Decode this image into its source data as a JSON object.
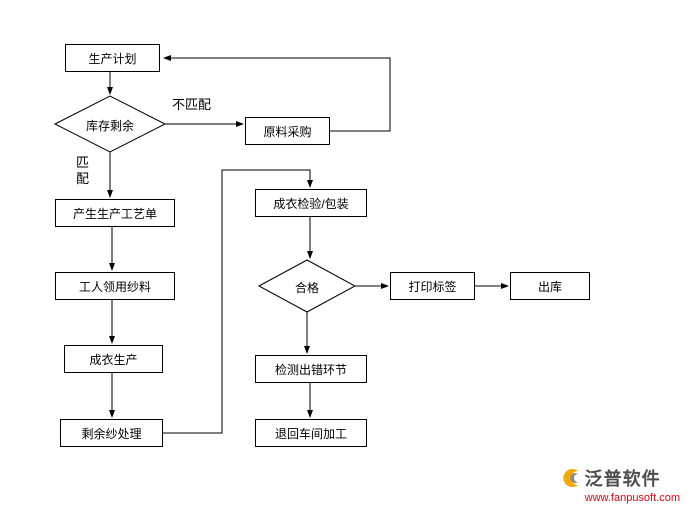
{
  "diagram": {
    "nodes": {
      "production_plan": {
        "label": "生产计划"
      },
      "inventory_check": {
        "label": "库存剩余"
      },
      "raw_material": {
        "label": "原料采购"
      },
      "process_sheet": {
        "label": "产生生产工艺单"
      },
      "worker_yarn": {
        "label": "工人领用纱料"
      },
      "garment_production": {
        "label": "成衣生产"
      },
      "yarn_disposal": {
        "label": "剩余纱处理"
      },
      "inspection_packaging": {
        "label": "成衣检验/包装"
      },
      "qualified_check": {
        "label": "合格"
      },
      "print_label": {
        "label": "打印标签"
      },
      "outbound": {
        "label": "出库"
      },
      "error_detection": {
        "label": "检测出错环节"
      },
      "return_workshop": {
        "label": "退回车间加工"
      }
    },
    "edge_labels": {
      "no_match": "不匹配",
      "match": "匹配"
    }
  },
  "watermark": {
    "brand": "泛普软件",
    "url": "www.fanpusoft.com",
    "brand_color": "#4d4d4d",
    "url_color": "#e60012",
    "icon_color": "#f7a800"
  },
  "colors": {
    "background": "#ffffff",
    "node_fill": "#ffffff",
    "node_border": "#000000",
    "line": "#000000",
    "text": "#000000"
  }
}
